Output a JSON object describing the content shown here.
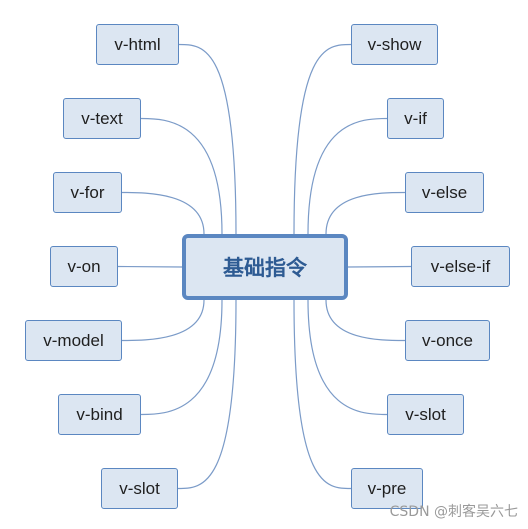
{
  "center": {
    "label": "基础指令"
  },
  "left_nodes": [
    "v-html",
    "v-text",
    "v-for",
    "v-on",
    "v-model",
    "v-bind",
    "v-slot"
  ],
  "right_nodes": [
    "v-show",
    "v-if",
    "v-else",
    "v-else-if",
    "v-once",
    "v-slot",
    "v-pre"
  ],
  "watermark": "CSDN @刺客吴六七",
  "colors": {
    "node_fill": "#dce6f2",
    "node_border": "#5b87c1",
    "connector": "#7b9bc8",
    "center_text": "#2e5b93"
  }
}
